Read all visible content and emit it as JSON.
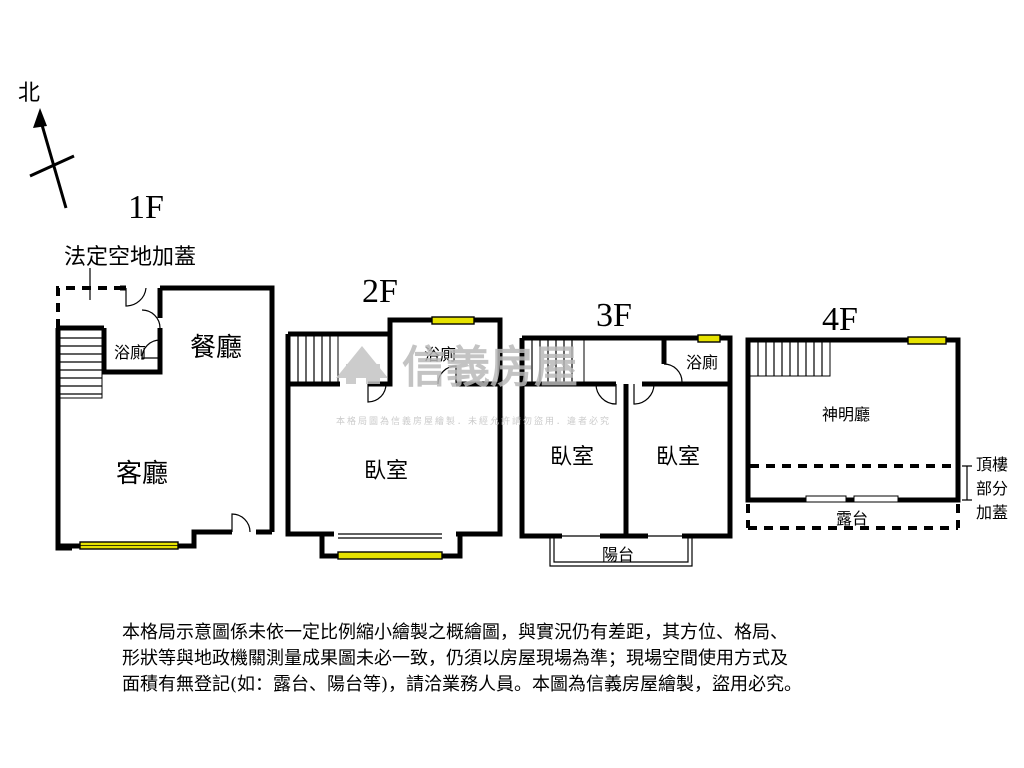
{
  "compass": {
    "label": "北"
  },
  "floors": {
    "f1": {
      "title": "1F",
      "annex_label": "法定空地加蓋",
      "rooms": {
        "bath": "浴廁",
        "dining": "餐廳",
        "living": "客廳"
      }
    },
    "f2": {
      "title": "2F",
      "rooms": {
        "bath": "浴廁",
        "bedroom": "臥室"
      }
    },
    "f3": {
      "title": "3F",
      "rooms": {
        "bath": "浴廁",
        "bedroom_left": "臥室",
        "bedroom_right": "臥室",
        "balcony": "陽台"
      }
    },
    "f4": {
      "title": "4F",
      "rooms": {
        "shrine": "神明廳",
        "terrace": "露台"
      },
      "rooftop_note": [
        "頂樓",
        "部分",
        "加蓋"
      ]
    }
  },
  "watermark": {
    "brand": "信義房屋",
    "notice": "本格局圖為信義房屋繪製．未經允許請勿盜用．違者必究"
  },
  "disclaimer": [
    "本格局示意圖係未依一定比例縮小繪製之概繪圖，與實況仍有差距，其方位、格局、",
    "形狀等與地政機關測量成果圖未必一致，仍須以房屋現場為準；現場空間使用方式及",
    "面積有無登記(如：露台、陽台等)，請洽業務人員。本圖為信義房屋繪製，盜用必究。"
  ],
  "colors": {
    "window": "#e6e200",
    "wall": "#000000",
    "watermark": "#b9b9b9"
  }
}
